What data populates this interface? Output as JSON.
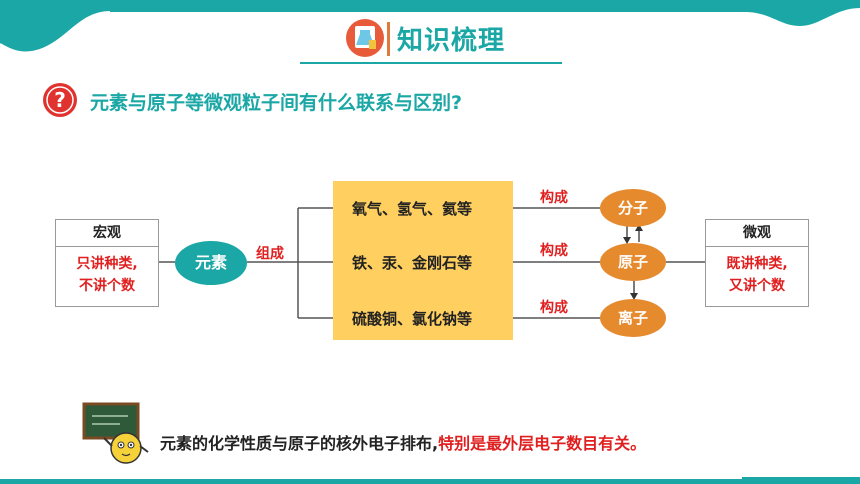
{
  "header": {
    "title": "知识梳理"
  },
  "question": "元素与原子等微观粒子间有什么联系与区别?",
  "macro": {
    "head": "宏观",
    "line1": "只讲种类,",
    "line2": "不讲个数"
  },
  "micro": {
    "head": "微观",
    "line1": "既讲种类,",
    "line2": "又讲个数"
  },
  "element_label": "元素",
  "compose_label": "组成",
  "construct_label": "构成",
  "substances": [
    "氧气、氢气、氦等",
    "铁、汞、金刚石等",
    "硫酸铜、氯化钠等"
  ],
  "particles": [
    "分子",
    "原子",
    "离子"
  ],
  "bottom": {
    "normal": "元素的化学性质与原子的核外电子排布,",
    "highlight": "特别是最外层电子数目有关。"
  },
  "colors": {
    "teal": "#1aa7a5",
    "orange": "#e68a2e",
    "yellow": "#ffd060",
    "red": "#e02020"
  }
}
